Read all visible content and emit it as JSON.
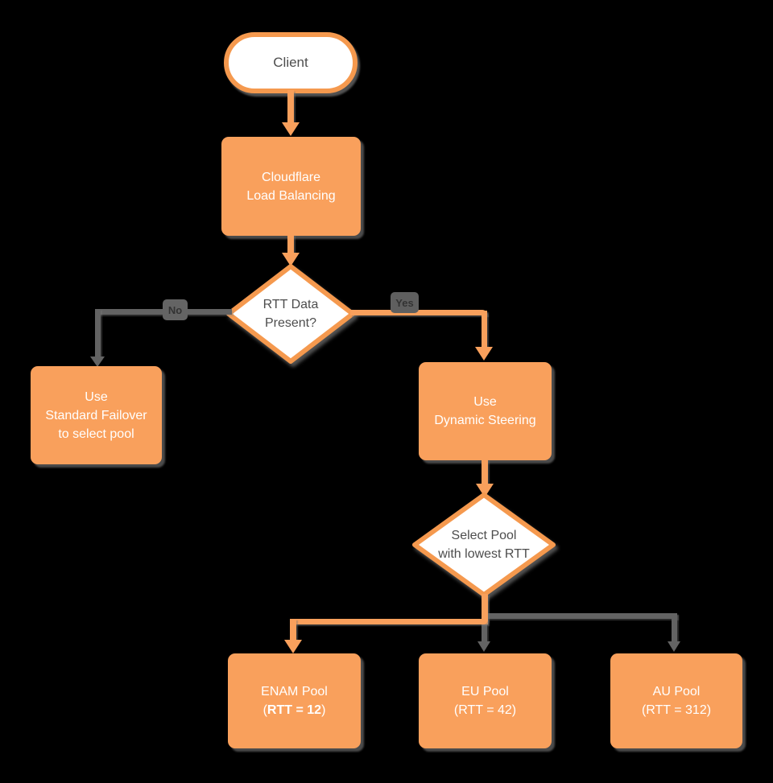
{
  "colors": {
    "orange_fill": "#F9A05C",
    "orange_stroke": "#F5994E",
    "connector_gray": "#636363",
    "text_dark": "#4D4D4D",
    "text_light": "#FFFFFF",
    "background": "#000000"
  },
  "nodes": {
    "client": {
      "label": "Client"
    },
    "load_balancer": {
      "line1": "Cloudflare",
      "line2": "Load Balancing"
    },
    "rtt_decision": {
      "line1": "RTT Data",
      "line2": "Present?"
    },
    "standard_failover": {
      "line1": "Use",
      "line2": "Standard Failover",
      "line3": "to select pool"
    },
    "dynamic_steering": {
      "line1": "Use",
      "line2": "Dynamic Steering"
    },
    "pool_decision": {
      "line1": "Select Pool",
      "line2": "with lowest RTT"
    },
    "enam_pool": {
      "name": "ENAM Pool",
      "paren_open": "(",
      "rtt_bold": "RTT = 12",
      "paren_close": ")"
    },
    "eu_pool": {
      "name": "EU Pool",
      "rtt": "(RTT = 42)"
    },
    "au_pool": {
      "name": "AU Pool",
      "rtt": "(RTT = 312)"
    }
  },
  "edges": {
    "no_label": "No",
    "yes_label": "Yes"
  }
}
